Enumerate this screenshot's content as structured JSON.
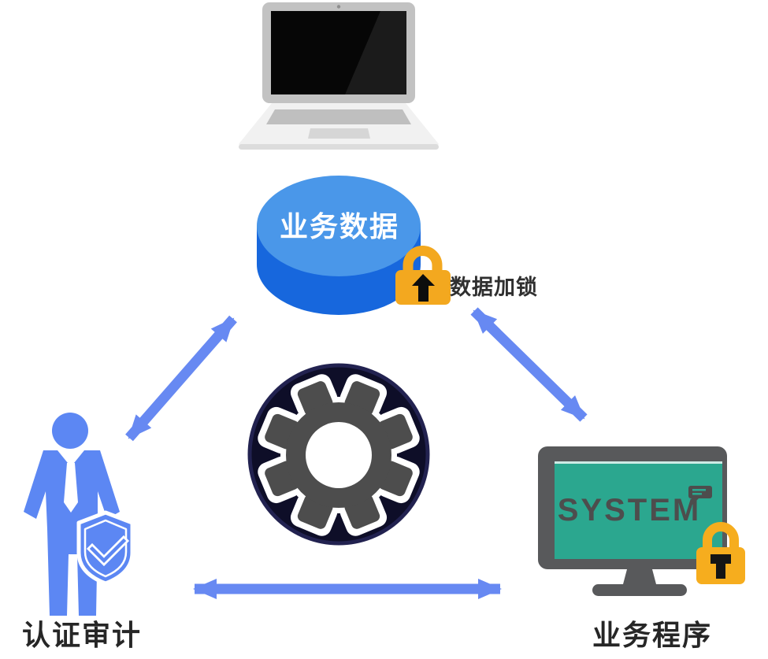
{
  "diagram": {
    "type": "security-architecture",
    "nodes": {
      "client_laptop": {
        "icon": "laptop-icon"
      },
      "business_data": {
        "label": "业务数据",
        "shape": "database-cylinder"
      },
      "data_lock": {
        "label": "数据加锁",
        "icon": "padlock-icon"
      },
      "process_gear": {
        "icon": "gear-icon"
      },
      "auth_audit": {
        "label": "认证审计",
        "icon": "person-shield-icon"
      },
      "business_app": {
        "label": "业务程序",
        "screen_text": "SYSTEM",
        "icon": "monitor-icon",
        "badge": "padlock-icon"
      }
    },
    "connections": [
      {
        "from": "business_data",
        "to": "auth_audit",
        "style": "double-arrow"
      },
      {
        "from": "business_data",
        "to": "business_app",
        "style": "double-arrow"
      },
      {
        "from": "auth_audit",
        "to": "business_app",
        "style": "double-arrow"
      }
    ],
    "colors": {
      "arrow_blue": "#6789F2",
      "person_blue": "#5C87F3",
      "cylinder_top": "#4A97E9",
      "cylinder_side": "#1767DD",
      "lock_orange": "#F3A81F",
      "ring_navy_fill": "#0E0E28",
      "ring_navy_stroke": "#222250",
      "gear_gray": "#4D4D4D",
      "monitor_gray": "#58595B",
      "screen_teal": "#2BA78F",
      "system_text_gray": "#4D4D4D",
      "label_dark": "#262626"
    }
  }
}
